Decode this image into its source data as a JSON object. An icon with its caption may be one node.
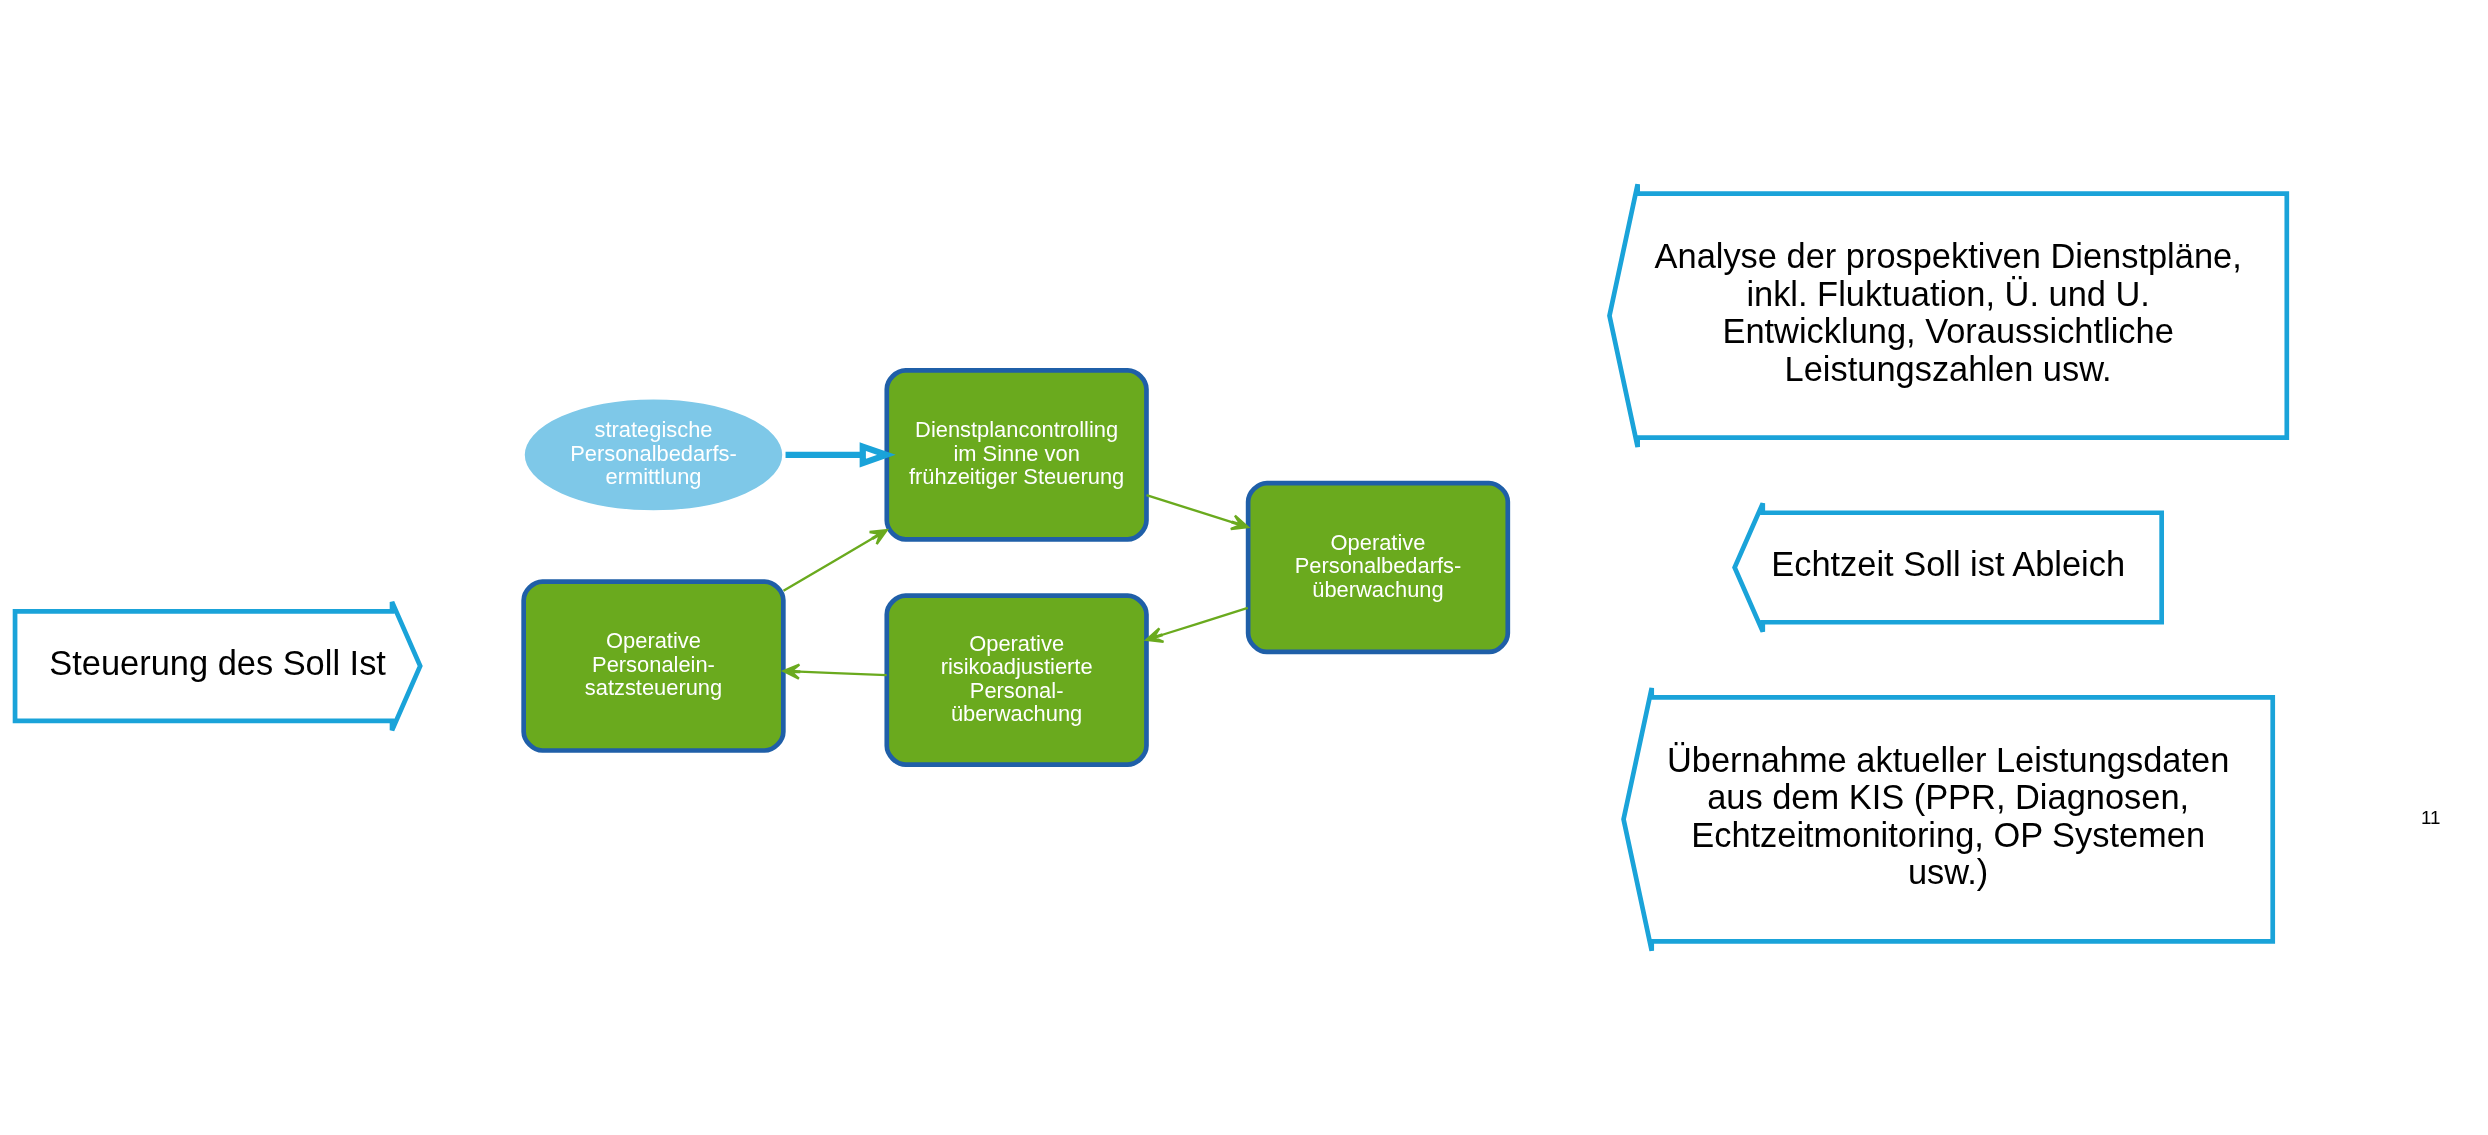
{
  "diagram": {
    "nodes": [
      {
        "text": [
          "strategische Personalbedarfs- ermittlung"
        ]
      },
      {
        "text": [
          "Dienstplancontrolling im Sinne von frühzeitiger Steuerung"
        ]
      },
      {
        "text": [
          "Operative Personalbedarfs- überwachung"
        ]
      },
      {
        "text": [
          "Operative risikoadjustierte Personal- überwachung"
        ]
      },
      {
        "text": [
          "Operative Personalein- satzsteuerung"
        ]
      },
      {
        "text": [
          "Analyse der prospektiven Dienstpläne, inkl. Fluktuation, Ü. und U. Entwicklung, Voraussichtliche Leistungszahlen usw."
        ]
      },
      {
        "text": [
          "Steuerung des Soll Ist"
        ]
      },
      {
        "text": [
          "Echtzeit Soll ist Ableich"
        ]
      },
      {
        "text": [
          "Übernahme aktueller Leistungsdaten aus dem KIS (PPR, Diagnosen, Echtzeitmonitoring, OP Systemen usw.)"
        ]
      }
    ],
    "edges": [
      {
        "from": 0,
        "to": 1,
        "arrow": "to",
        "style": "thick",
        "color": "#1aa3d9"
      },
      {
        "from": 1,
        "to": 2,
        "arrow": "to"
      },
      {
        "from": 2,
        "to": 3,
        "arrow": "to"
      },
      {
        "from": 3,
        "to": 4,
        "arrow": "to"
      },
      {
        "from": 4,
        "to": 1,
        "arrow": "to"
      }
    ],
    "labels": [
      "11"
    ]
  }
}
